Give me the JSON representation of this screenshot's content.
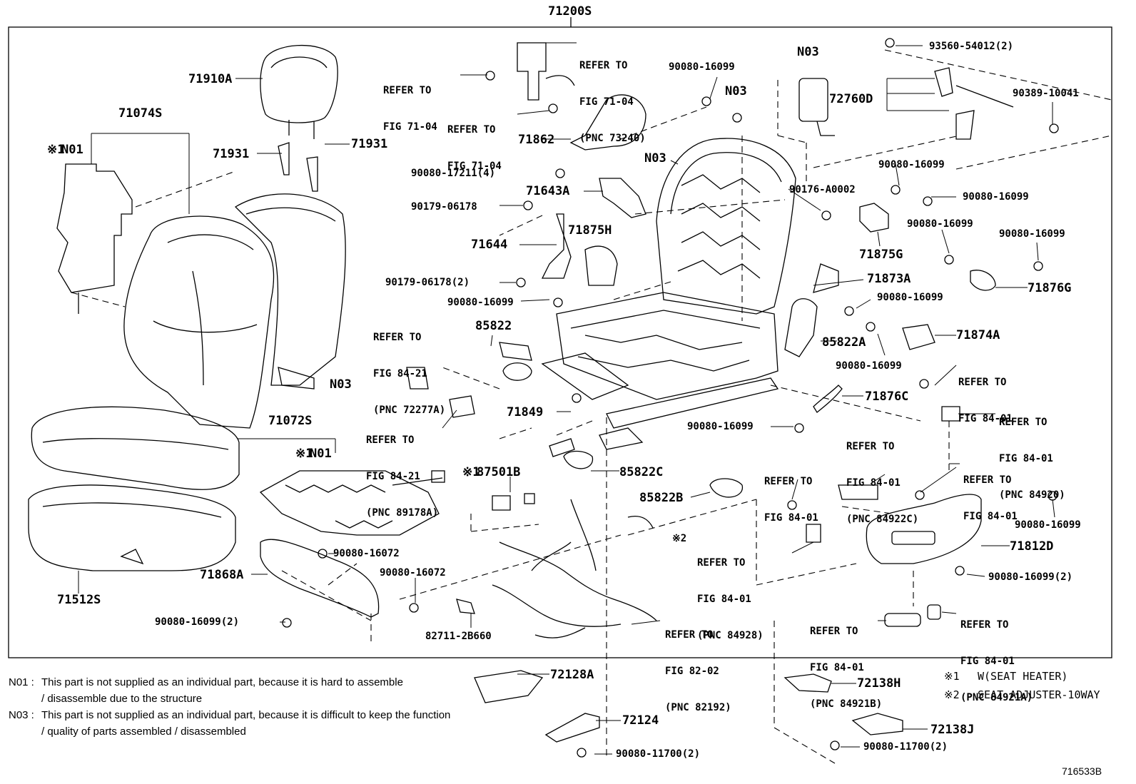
{
  "title": "71200S",
  "figure_code": "716533B",
  "markers": {
    "heater": "※1",
    "adjuster": "※2"
  },
  "parts": {
    "p71910A": "71910A",
    "p71074S": "71074S",
    "p71931a": "71931",
    "p71931b": "71931",
    "p71072S": "71072S",
    "p71512S": "71512S",
    "p71868A": "71868A",
    "p71862": "71862",
    "p71643A": "71643A",
    "p71644": "71644",
    "p71875H": "71875H",
    "p85822": "85822",
    "p71849": "71849",
    "p85822C": "85822C",
    "p85822B": "85822B",
    "p87501B": "87501B",
    "p85822A": "85822A",
    "p71873A": "71873A",
    "p71874A": "71874A",
    "p71875G": "71875G",
    "p71876G": "71876G",
    "p71876C": "71876C",
    "p72760D": "72760D",
    "p71812D": "71812D",
    "p72128A": "72128A",
    "p72124": "72124",
    "p72138H": "72138H",
    "p72138J": "72138J",
    "p82711": "82711-2B660",
    "n03_top": "N03",
    "n03_mid": "N03",
    "n03_frame": "N03",
    "n03_seat": "N03",
    "n01_back": "N01",
    "n01_cush": "N01"
  },
  "fasteners": {
    "f93560": "93560-54012(2)",
    "f90389": "90389-10041",
    "f16099_top": "90080-16099",
    "f17211": "90080-17211(4)",
    "f06178": "90179-06178",
    "f06178_2": "90179-06178(2)",
    "f16099_mid": "90080-16099",
    "f16099_r1": "90080-16099",
    "f16099_r2": "90080-16099",
    "f16099_r3": "90080-16099",
    "f16099_r4": "90080-16099",
    "f16099_r5": "90080-16099",
    "f16099_r6": "90080-16099",
    "f16099_r7": "90080-16099",
    "f16099_r8": "90080-16099",
    "fA0002": "90176-A0002",
    "f16072_a": "90080-16072",
    "f16072_b": "90080-16072",
    "f16099_2a": "90080-16099(2)",
    "f16099_2b": "90080-16099(2)",
    "f11700_a": "90080-11700(2)",
    "f11700_b": "90080-11700(2)"
  },
  "refs": {
    "r1": [
      "REFER TO",
      "FIG 71-04",
      "(PNC 73240)"
    ],
    "r2": [
      "REFER TO",
      "FIG 71-04"
    ],
    "r3": [
      "REFER TO",
      "FIG 71-04"
    ],
    "r4": [
      "REFER TO",
      "FIG 84-21",
      "(PNC 72277A)"
    ],
    "r5": [
      "REFER TO",
      "FIG 84-21",
      "(PNC 89178A)"
    ],
    "r6": [
      "REFER TO",
      "FIG 84-01"
    ],
    "r7": [
      "REFER TO",
      "FIG 84-01",
      "(PNC 84920)"
    ],
    "r8": [
      "REFER TO",
      "FIG 84-01",
      "(PNC 84922C)"
    ],
    "r9": [
      "REFER TO",
      "FIG 84-01"
    ],
    "r10": [
      "REFER TO",
      "FIG 84-01"
    ],
    "r11": [
      "REFER TO",
      "FIG 84-01",
      "(PNC 84928)"
    ],
    "r12": [
      "REFER TO",
      "FIG 84-01",
      "(PNC 84921B)"
    ],
    "r13": [
      "REFER TO",
      "FIG 84-01",
      "(PNC 84921A)"
    ],
    "r14": [
      "REFER TO",
      "FIG 82-02",
      "(PNC 82192)"
    ]
  },
  "notes": {
    "n01_code": "N01 :",
    "n01_l1": "This part is not supplied as an individual part, because it is hard to assemble",
    "n01_l2": "/ disassemble due to the structure",
    "n03_code": "N03 :",
    "n03_l1": "This part is not supplied as an individual part, because it is difficult to keep the function",
    "n03_l2": "/ quality of parts assembled / disassembled"
  },
  "legend": {
    "l1": "W(SEAT HEATER)",
    "l2": "SEAT ADJUSTER-10WAY"
  }
}
